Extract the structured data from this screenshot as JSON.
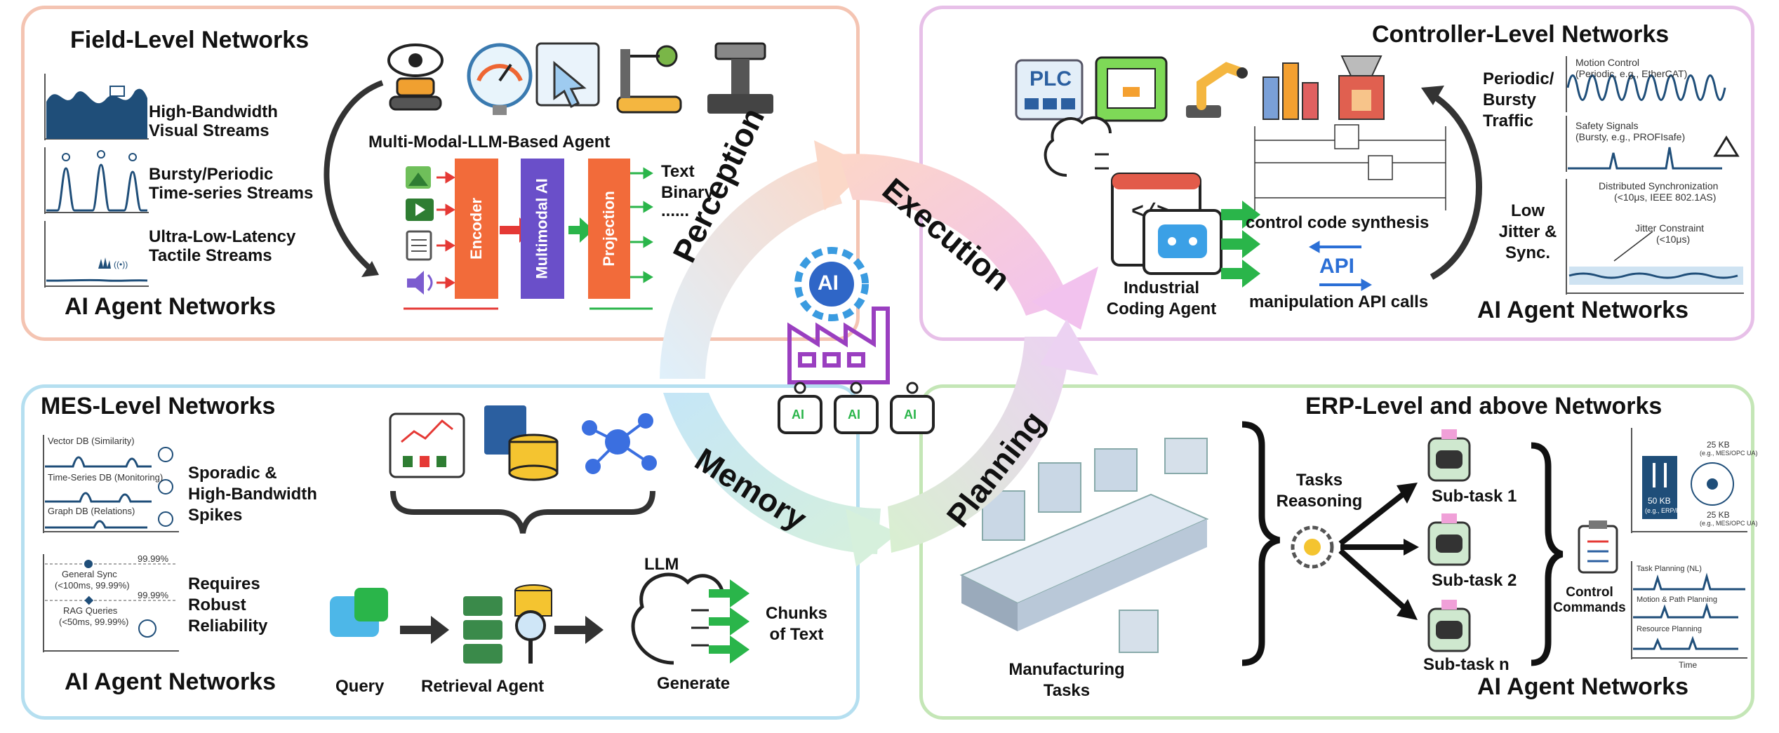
{
  "field": {
    "title": "Field-Level Networks",
    "streams": [
      {
        "line1": "High-Bandwidth",
        "line2": "Visual Streams"
      },
      {
        "line1": "Bursty/Periodic",
        "line2": "Time-series Streams"
      },
      {
        "line1": "Ultra-Low-Latency",
        "line2": "Tactile Streams"
      }
    ],
    "agent_title": "Multi-Modal-LLM-Based Agent",
    "encoder": "Encoder",
    "multimodal": "Multimodal AI",
    "projection": "Projection",
    "outputs": [
      "Text",
      "Binary",
      "......"
    ],
    "footer": "AI Agent Networks"
  },
  "controller": {
    "title": "Controller-Level Networks",
    "plc": "PLC",
    "traffic": {
      "line1": "Periodic/",
      "line2": "Bursty",
      "line3": "Traffic"
    },
    "motion": {
      "line1": "Motion Control",
      "line2": "(Periodic, e.g., EtherCAT)"
    },
    "safety": {
      "line1": "Safety Signals",
      "line2": "(Bursty, e.g., PROFIsafe)"
    },
    "dist_sync": {
      "line1": "Distributed Synchronization",
      "line2": "(<10μs, IEEE 802.1AS)"
    },
    "jitter": {
      "line1": "Jitter Constraint",
      "line2": "(<10μs)"
    },
    "low_jitter": {
      "line1": "Low",
      "line2": "Jitter &",
      "line3": "Sync."
    },
    "coding_agent": {
      "line1": "Industrial",
      "line2": "Coding Agent"
    },
    "code_synthesis": "control code synthesis",
    "api_label": "API",
    "api_calls": "manipulation API calls",
    "footer": "AI Agent Networks"
  },
  "mes": {
    "title": "MES-Level Networks",
    "dbs": [
      "Vector DB (Similarity)",
      "Time-Series DB (Monitoring)",
      "Graph DB (Relations)"
    ],
    "spikes": {
      "line1": "Sporadic &",
      "line2": "High-Bandwidth",
      "line3": "Spikes"
    },
    "rel_pct": "99.99%",
    "general_sync": {
      "line1": "General Sync",
      "line2": "(<100ms, 99.99%)"
    },
    "rag": {
      "line1": "RAG Queries",
      "line2": "(<50ms, 99.99%)"
    },
    "robust": {
      "line1": "Requires",
      "line2": "Robust",
      "line3": "Reliability"
    },
    "query": "Query",
    "retrieval": "Retrieval Agent",
    "llm": "LLM",
    "generate": "Generate",
    "chunks": {
      "line1": "Chunks",
      "line2": "of Text"
    },
    "footer": "AI Agent Networks"
  },
  "erp": {
    "title": "ERP-Level and above Networks",
    "tasks": {
      "line1": "Tasks",
      "line2": "Reasoning"
    },
    "manufacturing": {
      "line1": "Manufacturing",
      "line2": "Tasks"
    },
    "subtasks": [
      "Sub-task 1",
      "Sub-task 2",
      "Sub-task n"
    ],
    "control": {
      "line1": "Control",
      "line2": "Commands"
    },
    "kb25a": "25 KB",
    "kb25a_sub": "(e.g., MES/OPC UA)",
    "kb50": "50 KB",
    "kb50_sub": "(e.g., ERP/REST)",
    "kb25b": "25 KB",
    "kb25b_sub": "(e.g., MES/OPC UA)",
    "task_planning": "Task Planning (NL)",
    "motion_planning": "Motion & Path Planning",
    "resource_planning": "Resource Planning",
    "time": "Time",
    "footer": "AI Agent Networks"
  },
  "cycle": {
    "perception": "Perception",
    "execution": "Execution",
    "memory": "Memory",
    "planning": "Planning",
    "ai": "AI",
    "robot_label": "AI"
  },
  "colors": {
    "field_border": "#f4c4b2",
    "controller_border": "#e7c0e8",
    "mes_border": "#b5dff0",
    "erp_border": "#c4e6b6",
    "encoder": "#f26b3a",
    "multimodal": "#6a4fc9",
    "projection": "#f26b3a",
    "green_arrow": "#2ab54a",
    "wave_blue": "#1f4e79"
  }
}
